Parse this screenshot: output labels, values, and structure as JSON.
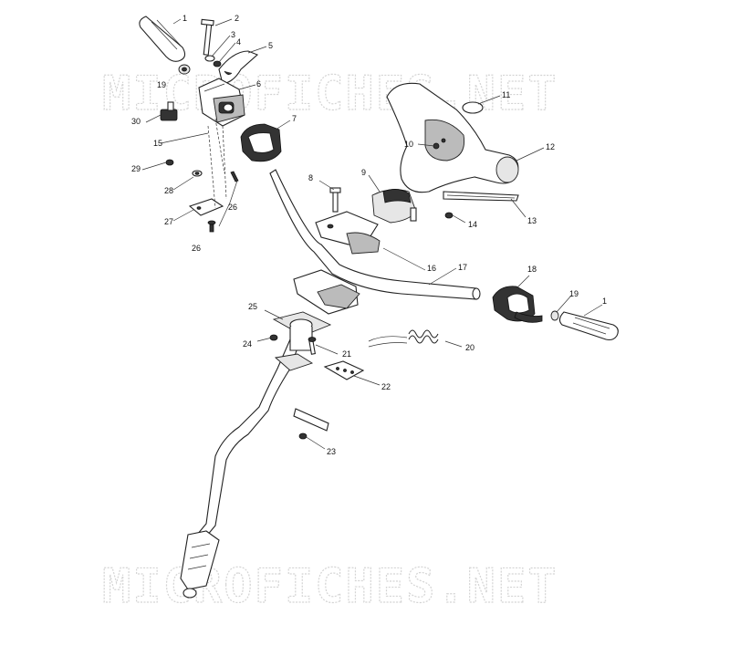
{
  "watermark_text": "MICROFICHES.NET",
  "callouts": [
    {
      "id": "c1a",
      "text": "1"
    },
    {
      "id": "c2",
      "text": "2"
    },
    {
      "id": "c3",
      "text": "3"
    },
    {
      "id": "c4",
      "text": "4"
    },
    {
      "id": "c5",
      "text": "5"
    },
    {
      "id": "c6",
      "text": "6"
    },
    {
      "id": "c7",
      "text": "7"
    },
    {
      "id": "c8",
      "text": "8"
    },
    {
      "id": "c9",
      "text": "9"
    },
    {
      "id": "c10",
      "text": "10"
    },
    {
      "id": "c11",
      "text": "11"
    },
    {
      "id": "c12",
      "text": "12"
    },
    {
      "id": "c13",
      "text": "13"
    },
    {
      "id": "c14",
      "text": "14"
    },
    {
      "id": "c15",
      "text": "15"
    },
    {
      "id": "c16",
      "text": "16"
    },
    {
      "id": "c17",
      "text": "17"
    },
    {
      "id": "c18",
      "text": "18"
    },
    {
      "id": "c19a",
      "text": "19"
    },
    {
      "id": "c19b",
      "text": "19"
    },
    {
      "id": "c1b",
      "text": "1"
    },
    {
      "id": "c20",
      "text": "20"
    },
    {
      "id": "c21",
      "text": "21"
    },
    {
      "id": "c22",
      "text": "22"
    },
    {
      "id": "c23",
      "text": "23"
    },
    {
      "id": "c24",
      "text": "24"
    },
    {
      "id": "c25",
      "text": "25"
    },
    {
      "id": "c26a",
      "text": "26"
    },
    {
      "id": "c26b",
      "text": "26"
    },
    {
      "id": "c27",
      "text": "27"
    },
    {
      "id": "c28",
      "text": "28"
    },
    {
      "id": "c29",
      "text": "29"
    },
    {
      "id": "c30",
      "text": "30"
    }
  ]
}
